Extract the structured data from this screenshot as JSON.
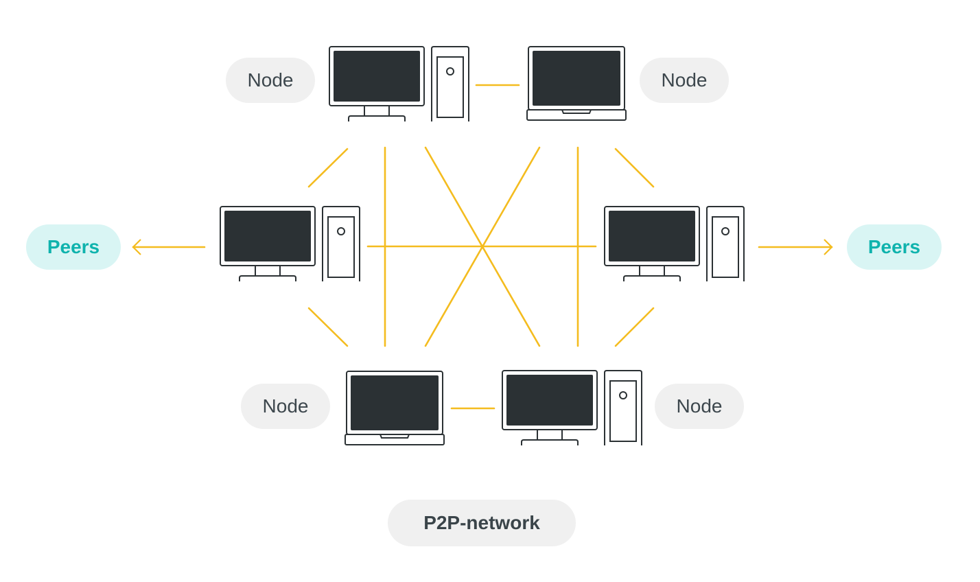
{
  "labels": {
    "node_top_left": "Node",
    "node_top_right": "Node",
    "node_bottom_left": "Node",
    "node_bottom_right": "Node",
    "peers_left": "Peers",
    "peers_right": "Peers",
    "network_title": "P2P-network"
  },
  "devices": [
    {
      "id": "top-left",
      "type": "desktop-with-tower"
    },
    {
      "id": "top-right",
      "type": "laptop"
    },
    {
      "id": "middle-left",
      "type": "desktop-with-tower"
    },
    {
      "id": "middle-right",
      "type": "desktop-with-tower"
    },
    {
      "id": "bottom-left",
      "type": "laptop"
    },
    {
      "id": "bottom-right",
      "type": "desktop-with-tower"
    }
  ],
  "colors": {
    "connection": "#f4bc1f",
    "device_outline": "#2b3134",
    "screen": "#2b3134",
    "node_pill": "#f0f0f0",
    "peers_pill": "#d9f5f4",
    "peers_text": "#0fb3ad"
  }
}
